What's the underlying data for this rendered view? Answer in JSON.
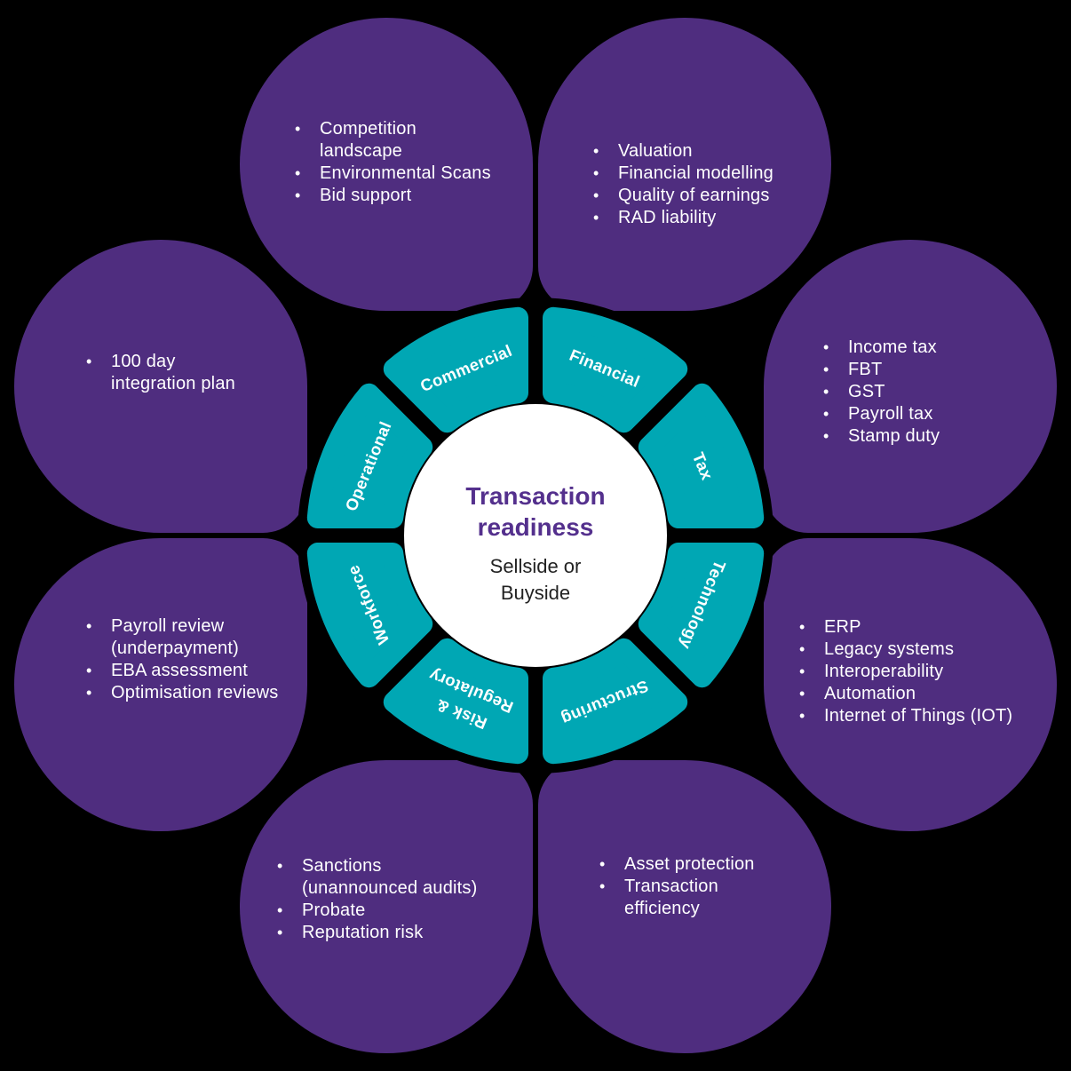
{
  "center": {
    "title": "Transaction\nreadiness",
    "subtitle": "Sellside or\nBuyside"
  },
  "segments": [
    {
      "label": "Commercial"
    },
    {
      "label": "Financial"
    },
    {
      "label": "Tax"
    },
    {
      "label": "Technology"
    },
    {
      "label": "Structuring"
    },
    {
      "label": "Risk &",
      "label2": "Regulatory"
    },
    {
      "label": "Workforce"
    },
    {
      "label": "Operational"
    }
  ],
  "petals": [
    {
      "position": "top-left",
      "items": [
        "Competition\nlandscape",
        "Environmental Scans",
        "Bid support"
      ]
    },
    {
      "position": "top-right",
      "items": [
        "Valuation",
        "Financial modelling",
        "Quality of earnings",
        "RAD liability"
      ]
    },
    {
      "position": "right-top",
      "items": [
        "Income tax",
        "FBT",
        "GST",
        "Payroll tax",
        "Stamp duty"
      ]
    },
    {
      "position": "right-bottom",
      "items": [
        "ERP",
        "Legacy systems",
        "Interoperability",
        "Automation",
        "Internet of Things (IOT)"
      ]
    },
    {
      "position": "bottom-right",
      "items": [
        "Asset protection",
        "Transaction\nefficiency"
      ]
    },
    {
      "position": "bottom-left",
      "items": [
        "Sanctions\n(unannounced audits)",
        "Probate",
        "Reputation risk"
      ]
    },
    {
      "position": "left-bottom",
      "items": [
        "Payroll review\n(underpayment)",
        "EBA assessment",
        "Optimisation reviews"
      ]
    },
    {
      "position": "left-top",
      "items": [
        "100 day\nintegration plan"
      ]
    }
  ],
  "colors": {
    "background": "#000000",
    "petal_purple": "#4F2D7F",
    "ring_teal": "#00A7B4",
    "title_purple": "#54308D",
    "subtitle_dark": "#222222",
    "text_white": "#FFFFFF"
  }
}
